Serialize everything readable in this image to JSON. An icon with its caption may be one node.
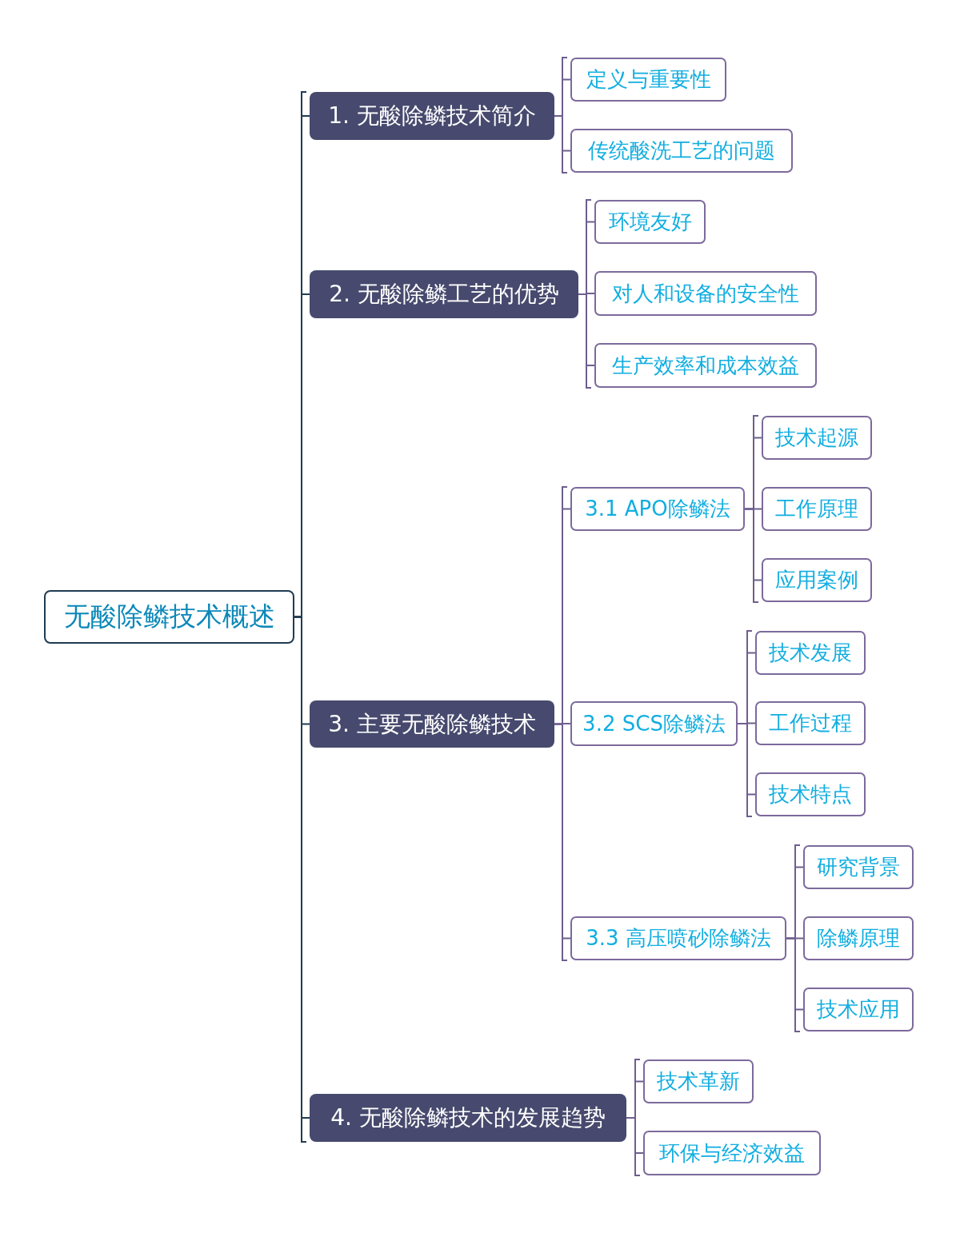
{
  "diagram": {
    "nodes": [
      {
        "text": [
          "无酸除鳞技术概述"
        ]
      },
      {
        "text": [
          "1. 无酸除鳞技术简介"
        ]
      },
      {
        "text": [
          "定义与重要性"
        ]
      },
      {
        "text": [
          "传统酸洗工艺的问题"
        ]
      },
      {
        "text": [
          "2. 无酸除鳞工艺的优势"
        ]
      },
      {
        "text": [
          "环境友好"
        ]
      },
      {
        "text": [
          "对人和设备的安全性"
        ]
      },
      {
        "text": [
          "生产效率和成本效益"
        ]
      },
      {
        "text": [
          "3. 主要无酸除鳞技术"
        ]
      },
      {
        "text": [
          "3.1 APO除鳞法"
        ]
      },
      {
        "text": [
          "技术起源"
        ]
      },
      {
        "text": [
          "工作原理"
        ]
      },
      {
        "text": [
          "应用案例"
        ]
      },
      {
        "text": [
          "3.2 SCS除鳞法"
        ]
      },
      {
        "text": [
          "技术发展"
        ]
      },
      {
        "text": [
          "工作过程"
        ]
      },
      {
        "text": [
          "技术特点"
        ]
      },
      {
        "text": [
          "3.3 高压喷砂除鳞法"
        ]
      },
      {
        "text": [
          "研究背景"
        ]
      },
      {
        "text": [
          "除鳞原理"
        ]
      },
      {
        "text": [
          "技术应用"
        ]
      },
      {
        "text": [
          "4. 无酸除鳞技术的发展趋势"
        ]
      },
      {
        "text": [
          "技术革新"
        ]
      },
      {
        "text": [
          "环保与经济效益"
        ]
      }
    ],
    "edges": [
      {
        "from": 0,
        "to": 1,
        "arrow": "none",
        "color": "#1f3b52"
      },
      {
        "from": 1,
        "to": 2,
        "arrow": "none"
      },
      {
        "from": 1,
        "to": 3,
        "arrow": "none"
      },
      {
        "from": 0,
        "to": 4,
        "arrow": "none",
        "color": "#1f3b52"
      },
      {
        "from": 4,
        "to": 5,
        "arrow": "none"
      },
      {
        "from": 4,
        "to": 6,
        "arrow": "none"
      },
      {
        "from": 4,
        "to": 7,
        "arrow": "none"
      },
      {
        "from": 0,
        "to": 8,
        "arrow": "none",
        "color": "#1f3b52"
      },
      {
        "from": 8,
        "to": 9,
        "arrow": "none"
      },
      {
        "from": 9,
        "to": 10,
        "arrow": "none"
      },
      {
        "from": 9,
        "to": 11,
        "arrow": "none"
      },
      {
        "from": 9,
        "to": 12,
        "arrow": "none"
      },
      {
        "from": 8,
        "to": 13,
        "arrow": "none"
      },
      {
        "from": 13,
        "to": 14,
        "arrow": "none"
      },
      {
        "from": 13,
        "to": 15,
        "arrow": "none"
      },
      {
        "from": 13,
        "to": 16,
        "arrow": "none"
      },
      {
        "from": 8,
        "to": 17,
        "arrow": "none"
      },
      {
        "from": 17,
        "to": 18,
        "arrow": "none"
      },
      {
        "from": 17,
        "to": 19,
        "arrow": "none"
      },
      {
        "from": 17,
        "to": 20,
        "arrow": "none"
      },
      {
        "from": 0,
        "to": 21,
        "arrow": "none",
        "color": "#1f3b52"
      },
      {
        "from": 21,
        "to": 22,
        "arrow": "none"
      },
      {
        "from": 21,
        "to": 23,
        "arrow": "none"
      }
    ]
  }
}
